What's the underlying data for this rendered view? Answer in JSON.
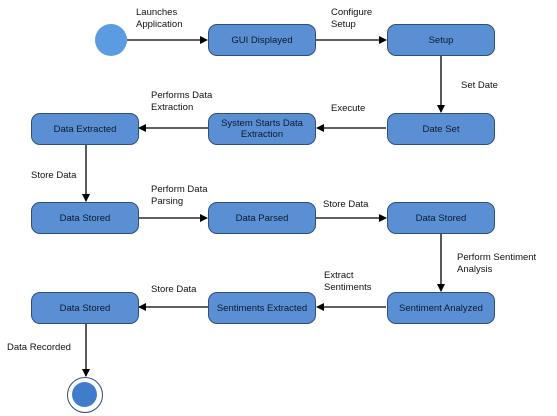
{
  "nodes": {
    "gui_displayed": "GUI Displayed",
    "setup": "Setup",
    "date_set": "Date Set",
    "system_starts": "System Starts Data Extraction",
    "data_extracted": "Data Extracted",
    "data_stored_1": "Data Stored",
    "data_parsed": "Data Parsed",
    "data_stored_2": "Data Stored",
    "sentiment_analyzed": "Sentiment Analyzed",
    "sentiments_extracted": "Sentiments Extracted",
    "data_stored_3": "Data Stored"
  },
  "transitions": {
    "launches_application": "Launches\nApplication",
    "configure_setup": "Configure\nSetup",
    "set_date": "Set Date",
    "execute": "Execute",
    "performs_data_extraction": "Performs Data\nExtraction",
    "store_data_1": "Store Data",
    "perform_data_parsing": "Perform Data\nParsing",
    "store_data_2": "Store Data",
    "perform_sentiment_analysis": "Perform Sentiment\nAnalysis",
    "extract_sentiments": "Extract\nSentiments",
    "store_data_3": "Store Data",
    "data_recorded": "Data Recorded"
  },
  "colors": {
    "node_fill": "#5b8fd4",
    "node_border": "#2e4f7a",
    "start_fill": "#5b9be0",
    "end_fill": "#3f7cc9",
    "arrow": "#000000"
  }
}
